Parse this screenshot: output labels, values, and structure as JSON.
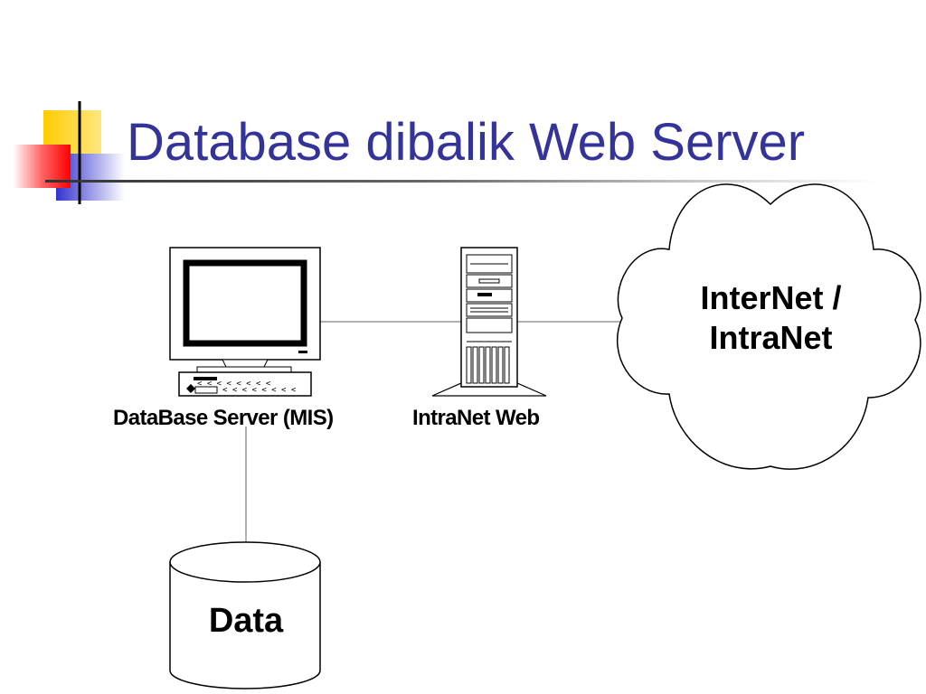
{
  "slide": {
    "title": "Database dibalik Web Server",
    "colors": {
      "title": "#333399",
      "accent_yellow": "#ffcc00",
      "accent_red": "#ff3333",
      "accent_blue": "#3333cc"
    }
  },
  "diagram": {
    "nodes": [
      {
        "id": "database-server",
        "label": "DataBase Server (MIS)",
        "icon": "desktop-computer-icon"
      },
      {
        "id": "intranet-web",
        "label": "IntraNet Web",
        "icon": "tower-server-icon"
      },
      {
        "id": "internet-cloud",
        "label": "InterNet / IntraNet",
        "icon": "cloud-icon"
      },
      {
        "id": "data-store",
        "label": "Data",
        "icon": "database-cylinder-icon"
      }
    ],
    "edges": [
      {
        "from": "database-server",
        "to": "intranet-web"
      },
      {
        "from": "intranet-web",
        "to": "internet-cloud"
      },
      {
        "from": "database-server",
        "to": "data-store"
      }
    ]
  }
}
